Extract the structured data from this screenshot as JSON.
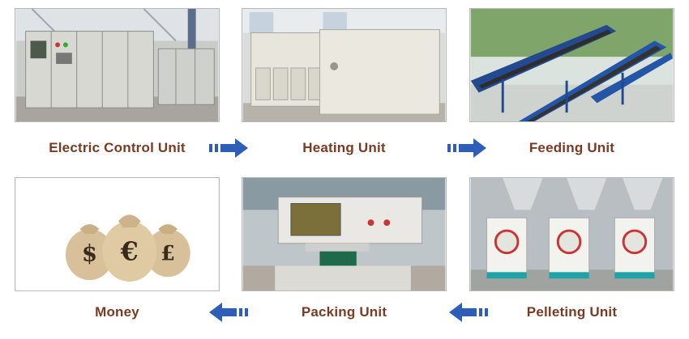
{
  "steps": [
    {
      "label": "Electric Control Unit"
    },
    {
      "label": "Heating Unit"
    },
    {
      "label": "Feeding Unit"
    },
    {
      "label": "Money"
    },
    {
      "label": "Packing Unit"
    },
    {
      "label": "Pelleting Unit"
    }
  ],
  "colors": {
    "label_text": "#7a3b22",
    "arrow": "#2e5fb8",
    "card_border": "#b9b9b9"
  },
  "icons": {
    "arrow_right": "double-bar-arrow-right-icon",
    "arrow_left": "double-bar-arrow-left-icon"
  }
}
